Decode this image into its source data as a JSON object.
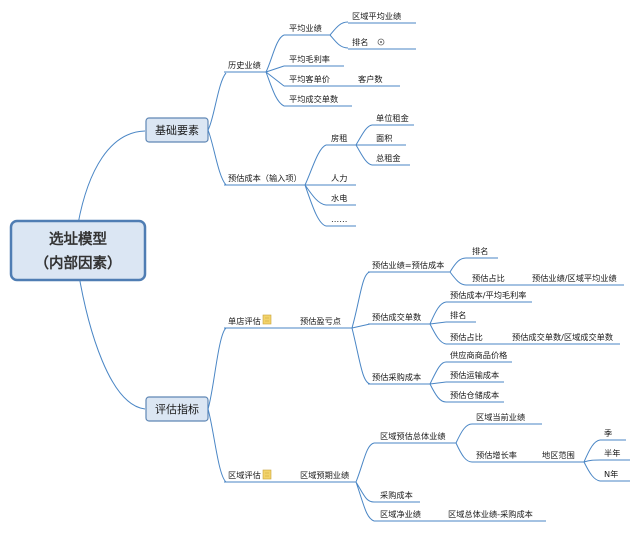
{
  "root": {
    "line1": "选址模型",
    "line2": "（内部因素）"
  },
  "basic": {
    "label": "基础要素",
    "history": {
      "label": "历史业绩",
      "avg_perf": "平均业绩",
      "region_avg_perf": "区域平均业绩",
      "rank": "排名",
      "avg_margin": "平均毛利率",
      "avg_ticket": "平均客单价",
      "customers": "客户数",
      "avg_deals": "平均成交单数"
    },
    "cost": {
      "label": "预估成本（输入项）",
      "rent": "房租",
      "unit_rent": "单位租金",
      "area": "面积",
      "total_rent": "总租金",
      "labor": "人力",
      "utilities": "水电",
      "more": "……"
    }
  },
  "eval": {
    "label": "评估指标",
    "store": {
      "label": "单店评估",
      "profit": "预估盈亏点",
      "perf_eq": "预估业绩=预估成本",
      "rank": "排名",
      "share": "预估占比",
      "share_formula": "预估业绩/区域平均业绩",
      "deals": "预估成交单数",
      "deals_formula": "预估成本/平均毛利率",
      "deals_rank": "排名",
      "deals_share": "预估占比",
      "deals_share_formula": "预估成交单数/区域成交单数",
      "purchase": "预估采购成本",
      "supplier_price": "供应商商品价格",
      "transport": "预估运输成本",
      "storage": "预估仓储成本"
    },
    "region": {
      "label": "区域评估",
      "expected": "区域预期业绩",
      "total_perf": "区域预估总体业绩",
      "current_perf": "区域当前业绩",
      "growth": "预估增长率",
      "scope": "地区范围",
      "quarter": "季",
      "half_year": "半年",
      "n_year": "N年",
      "purchase_cost": "采购成本",
      "net_perf": "区域净业绩",
      "net_formula": "区域总体业绩-采购成本"
    }
  },
  "colors": {
    "line": "#4a86c5",
    "box_fill": "#dbe6f3",
    "root_border": "#4f7db3",
    "note": "#f2d36b"
  }
}
